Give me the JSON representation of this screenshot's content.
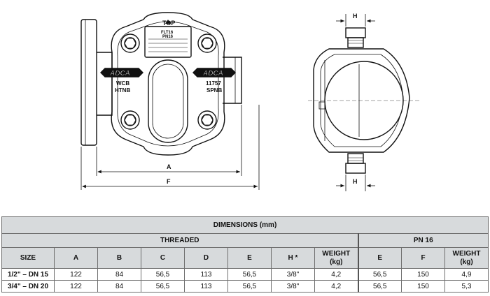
{
  "drawing": {
    "labels": {
      "top": "TOP",
      "dim_a": "A",
      "dim_f": "F",
      "dim_h_top": "H",
      "dim_h_bottom": "H"
    },
    "nameplate": {
      "line1": "FLT16",
      "line2": "PN16"
    },
    "castings": {
      "logo_left": "ADCA",
      "logo_right": "ADCA",
      "left_line1": "WCB",
      "left_line2": "HTNB",
      "right_line1": "11757",
      "right_line2": "SPNB"
    }
  },
  "table": {
    "title": "DIMENSIONS (mm)",
    "group_threaded": "THREADED",
    "group_pn16": "PN 16",
    "headers": [
      "SIZE",
      "A",
      "B",
      "C",
      "D",
      "E",
      "H *",
      "WEIGHT (kg)",
      "E",
      "F",
      "WEIGHT (kg)"
    ],
    "rows": [
      [
        "1/2\" – DN 15",
        "122",
        "84",
        "56,5",
        "113",
        "56,5",
        "3/8\"",
        "4,2",
        "56,5",
        "150",
        "4,9"
      ],
      [
        "3/4\" – DN 20",
        "122",
        "84",
        "56,5",
        "113",
        "56,5",
        "3/8\"",
        "4,2",
        "56,5",
        "150",
        "5,3"
      ]
    ]
  }
}
